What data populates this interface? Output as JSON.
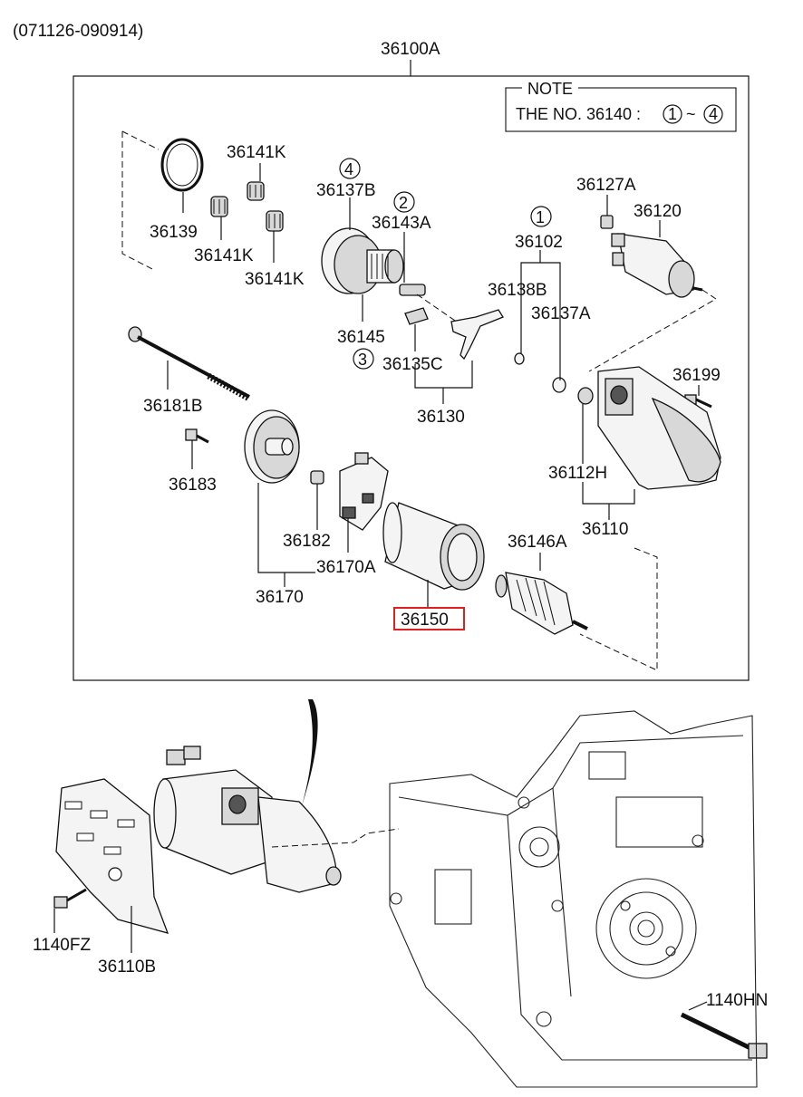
{
  "header": {
    "date_range": "(071126-090914)"
  },
  "assembly": {
    "label": "36100A"
  },
  "note": {
    "title": "NOTE",
    "text_prefix": "THE NO. 36140 :",
    "range_start": "1",
    "tilde": "~",
    "range_end": "4"
  },
  "callouts": {
    "p36141K_a": "36141K",
    "p36139": "36139",
    "p36141K_b": "36141K",
    "p36141K_c": "36141K",
    "p36137B": "36137B",
    "p36143A": "36143A",
    "p36145": "36145",
    "p36135C": "36135C",
    "p36102": "36102",
    "p36138B": "36138B",
    "p36137A": "36137A",
    "p36130": "36130",
    "p36127A": "36127A",
    "p36120": "36120",
    "p36199": "36199",
    "p36112H": "36112H",
    "p36110": "36110",
    "p36181B": "36181B",
    "p36183": "36183",
    "p36182": "36182",
    "p36170A": "36170A",
    "p36170": "36170",
    "p36150": "36150",
    "p36146A": "36146A",
    "p1140FZ": "1140FZ",
    "p36110B": "36110B",
    "p1140HN": "1140HN"
  },
  "markers": {
    "m36137B": "4",
    "m36143A": "2",
    "m36145": "3",
    "m36102": "1"
  },
  "highlight": {
    "part": "36150",
    "color": "#e02020"
  }
}
